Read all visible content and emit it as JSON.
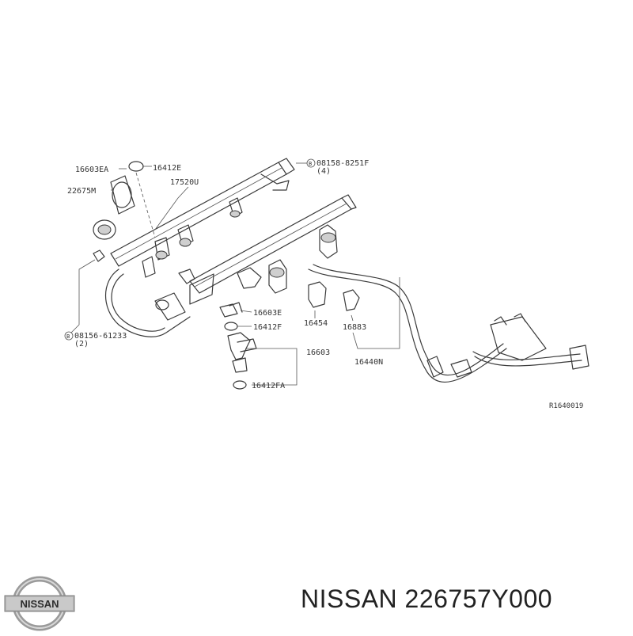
{
  "diagram": {
    "code": "R1640019",
    "labels": {
      "l_16603ea": "16603EA",
      "l_16412e": "16412E",
      "l_22675m": "22675M",
      "l_17520u": "17520U",
      "l_08158": "08158-8251F",
      "l_08158_qty": "(4)",
      "l_08156": "08156-61233",
      "l_08156_qty": "(2)",
      "l_16603e": "16603E",
      "l_16412f": "16412F",
      "l_16603": "16603",
      "l_16412fa": "16412FA",
      "l_16454": "16454",
      "l_16883": "16883",
      "l_16440n": "16440N",
      "bolt_mark": "B"
    }
  },
  "brand": {
    "logo_text": "NISSAN",
    "caption": "NISSAN 226757Y000"
  }
}
